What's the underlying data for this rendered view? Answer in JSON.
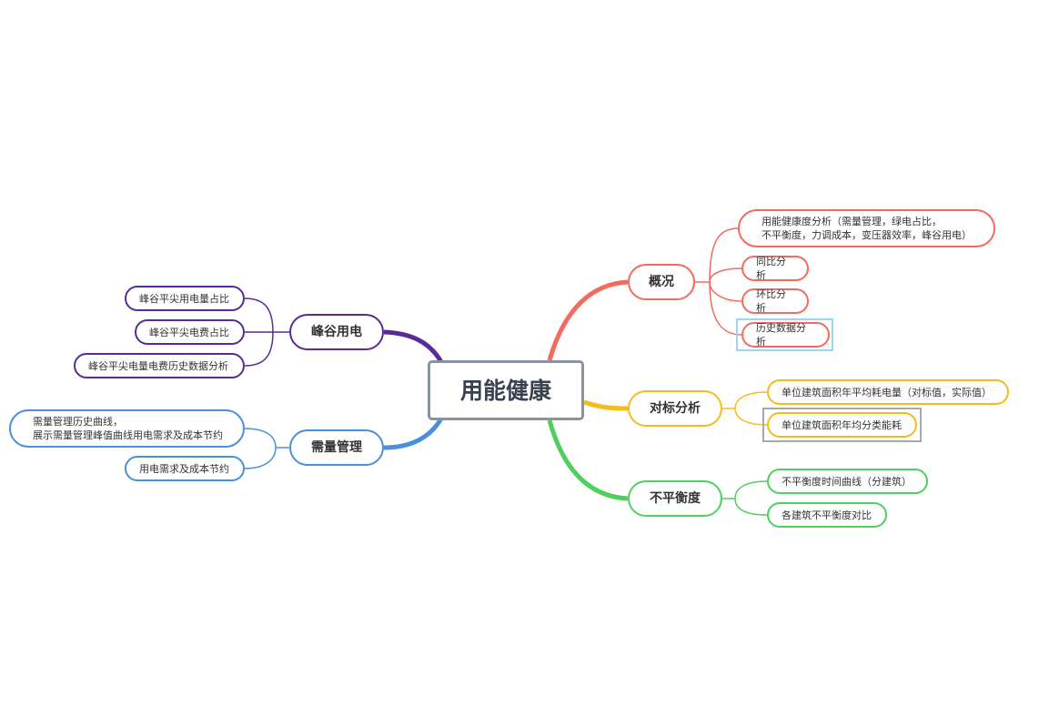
{
  "root": {
    "label": "用能健康"
  },
  "branches": {
    "overview": {
      "label": "概况",
      "color": "#f26b5e",
      "children": [
        "用能健康度分析（需量管理，绿电占比，\n不平衡度，力调成本，变压器效率，峰谷用电）",
        "同比分析",
        "环比分析",
        "历史数据分析"
      ]
    },
    "benchmark": {
      "label": "对标分析",
      "color": "#f4bb1c",
      "children": [
        "单位建筑面积年平均耗电量（对标值，实际值）",
        "单位建筑面积年均分类能耗"
      ]
    },
    "imbalance": {
      "label": "不平衡度",
      "color": "#4fcf5d",
      "children": [
        "不平衡度时间曲线（分建筑）",
        "各建筑不平衡度对比"
      ]
    },
    "peak_valley": {
      "label": "峰谷用电",
      "color": "#5a2a9a",
      "children": [
        "峰谷平尖用电量占比",
        "峰谷平尖电费占比",
        "峰谷平尖电量电费历史数据分析"
      ]
    },
    "demand": {
      "label": "需量管理",
      "color": "#4a8fda",
      "children": [
        "需量管理历史曲线，\n展示需量管理峰值曲线用电需求及成本节约",
        "用电需求及成本节约"
      ]
    }
  },
  "selection_colors": {
    "highlight": "#9ad6f2",
    "selected": "#a8a8a8"
  }
}
